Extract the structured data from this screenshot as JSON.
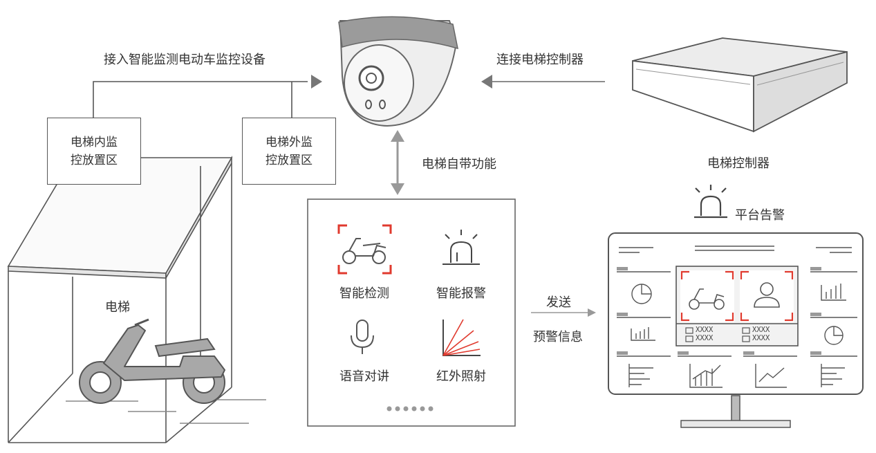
{
  "labels": {
    "access_monitor": "接入智能监测电动车监控设备",
    "connect_controller": "连接电梯控制器",
    "builtin_function": "电梯自带功能",
    "controller": "电梯控制器",
    "platform_alarm": "平台告警",
    "send": "发送",
    "warning_info": "预警信息",
    "elevator": "电梯"
  },
  "boxes": {
    "inside_zone": [
      "电梯内监",
      "控放置区"
    ],
    "outside_zone": [
      "电梯外监",
      "控放置区"
    ]
  },
  "features": [
    {
      "label": "智能检测",
      "icon": "scooter-detect-icon"
    },
    {
      "label": "智能报警",
      "icon": "alarm-light-icon"
    },
    {
      "label": "语音对讲",
      "icon": "microphone-icon"
    },
    {
      "label": "红外照射",
      "icon": "infrared-rays-icon"
    }
  ],
  "monitor_cards": [
    [
      "XXXX",
      "XXXX"
    ],
    [
      "XXXX",
      "XXXX"
    ]
  ],
  "colors": {
    "accent": "#e03a2e",
    "line": "#555555",
    "gray_fill": "#a8a8a8"
  }
}
